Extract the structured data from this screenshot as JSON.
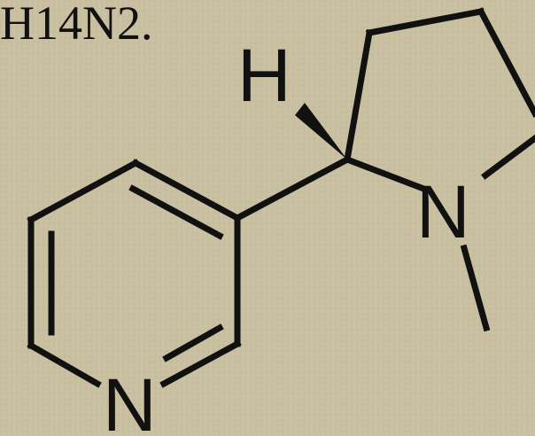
{
  "formula": {
    "text": "H14N2."
  },
  "structure": {
    "atoms": {
      "hydrogen_label": "H",
      "pyrrolidine_nitrogen_label": "N",
      "pyridine_nitrogen_label": "N"
    }
  },
  "colors": {
    "background": "#c8bea0",
    "ink": "#111111"
  }
}
